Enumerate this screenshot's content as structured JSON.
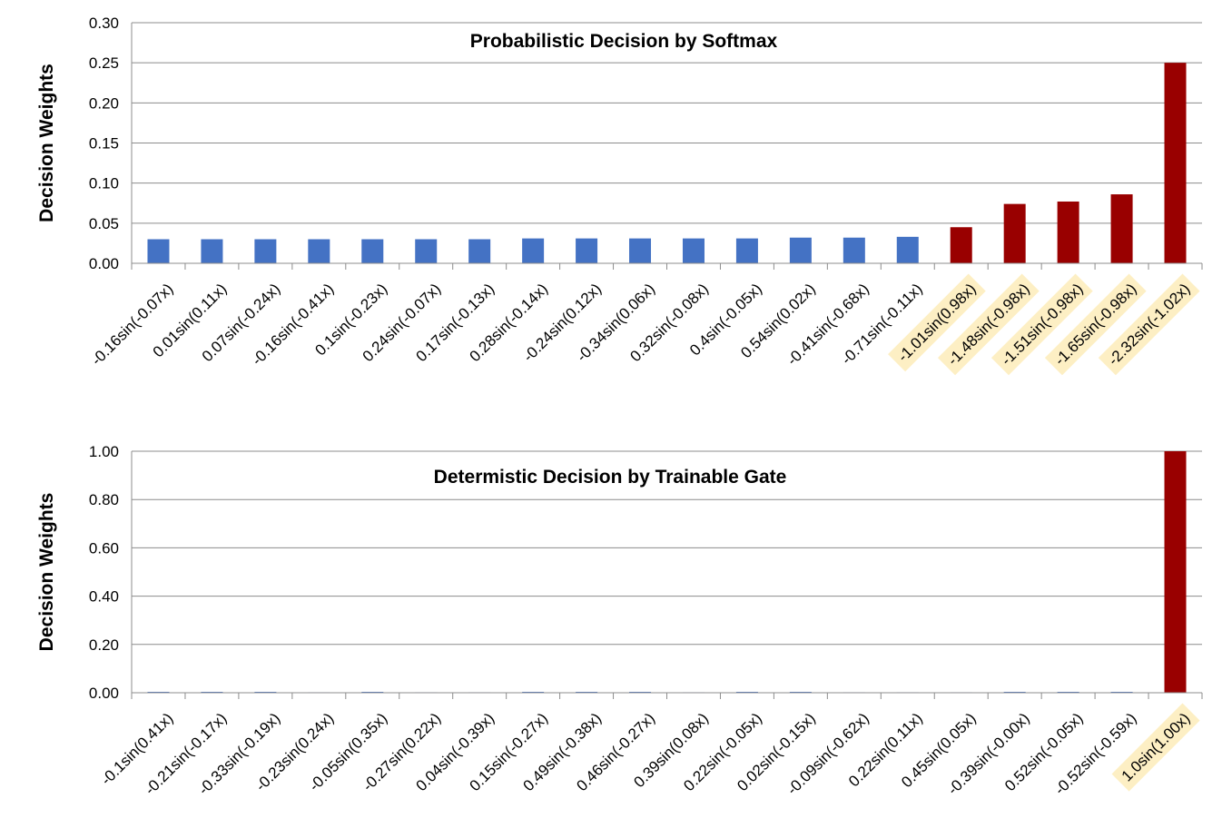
{
  "chart_data": [
    {
      "type": "bar",
      "title": "Probabilistic Decision by Softmax",
      "ylabel": "Decision Weights",
      "xlabel": "",
      "ylim": [
        0,
        0.3
      ],
      "yticks": [
        "0.00",
        "0.05",
        "0.10",
        "0.15",
        "0.20",
        "0.25",
        "0.30"
      ],
      "grid": true,
      "categories": [
        "-0.16sin(-0.07x)",
        "0.01sin(0.11x)",
        "0.07sin(-0.24x)",
        "-0.16sin(-0.41x)",
        "0.1sin(-0.23x)",
        "0.24sin(-0.07x)",
        "0.17sin(-0.13x)",
        "0.28sin(-0.14x)",
        "-0.24sin(0.12x)",
        "-0.34sin(0.06x)",
        "0.32sin(-0.08x)",
        "0.4sin(-0.05x)",
        "0.54sin(0.02x)",
        "-0.41sin(-0.68x)",
        "-0.71sin(-0.11x)",
        "-1.01sin(0.98x)",
        "-1.48sin(-0.98x)",
        "-1.51sin(-0.98x)",
        "-1.65sin(-0.98x)",
        "-2.32sin(-1.02x)"
      ],
      "values": [
        0.03,
        0.03,
        0.03,
        0.03,
        0.03,
        0.03,
        0.03,
        0.031,
        0.031,
        0.031,
        0.031,
        0.031,
        0.032,
        0.032,
        0.033,
        0.045,
        0.074,
        0.077,
        0.086,
        0.25
      ],
      "highlighted": [
        false,
        false,
        false,
        false,
        false,
        false,
        false,
        false,
        false,
        false,
        false,
        false,
        false,
        false,
        false,
        true,
        true,
        true,
        true,
        true
      ]
    },
    {
      "type": "bar",
      "title": "Determistic Decision by Trainable Gate",
      "ylabel": "Decision Weights",
      "xlabel": "",
      "ylim": [
        0,
        1.0
      ],
      "yticks": [
        "0.00",
        "0.20",
        "0.40",
        "0.60",
        "0.80",
        "1.00"
      ],
      "grid": true,
      "categories": [
        "-0.1sin(0.41x)",
        "-0.21sin(-0.17x)",
        "-0.33sin(-0.19x)",
        "-0.23sin(0.24x)",
        "-0.05sin(0.35x)",
        "-0.27sin(0.22x)",
        "0.04sin(-0.39x)",
        "0.15sin(-0.27x)",
        "0.49sin(-0.38x)",
        "0.46sin(-0.27x)",
        "0.39sin(0.08x)",
        "0.22sin(-0.05x)",
        "0.02sin(-0.15x)",
        "-0.09sin(-0.62x)",
        "0.22sin(0.11x)",
        "0.45sin(0.05x)",
        "-0.39sin(-0.00x)",
        "0.52sin(-0.05x)",
        "-0.52sin(-0.59x)",
        "1.0sin(1.00x)"
      ],
      "values": [
        0,
        0,
        0,
        0.002,
        0,
        0.002,
        0.002,
        0,
        0,
        0,
        0.002,
        0,
        0,
        0.002,
        0.002,
        0.002,
        0,
        0,
        0,
        1.0
      ],
      "highlighted": [
        false,
        false,
        false,
        false,
        false,
        false,
        false,
        false,
        false,
        false,
        false,
        false,
        false,
        false,
        false,
        false,
        false,
        false,
        false,
        true
      ]
    }
  ],
  "colors": {
    "normal_bar": "#4472C4",
    "selected_bar": "#990000",
    "highlight_label": "#FDEFC4",
    "grid": "#8C8C8C"
  }
}
